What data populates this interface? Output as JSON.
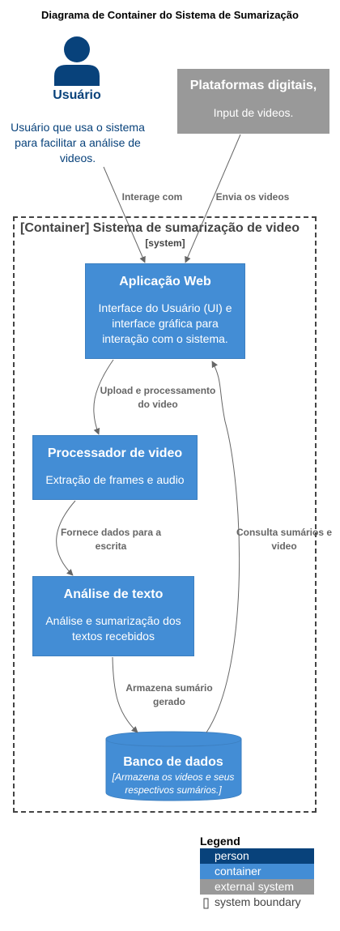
{
  "title": "Diagrama de Container do Sistema de Sumarização",
  "person": {
    "label": "Usuário",
    "description": "Usuário que usa o sistema para facilitar a análise de videos.",
    "icon": "person-icon",
    "color": "#08427b"
  },
  "external_system": {
    "title": "Plataformas digitais,",
    "description": "Input de videos.",
    "color": "#999999"
  },
  "boundary": {
    "title": "[Container] Sistema de sumarização de video",
    "type": "[system]"
  },
  "containers": {
    "web_app": {
      "title": "Aplicação Web",
      "description": "Interface do Usuário (UI) e interface gráfica para interação com o sistema."
    },
    "video_processor": {
      "title": "Processador de video",
      "description": "Extração de frames e audio"
    },
    "text_analysis": {
      "title": "Análise de texto",
      "description": "Análise e sumarização dos textos recebidos"
    },
    "database": {
      "title": "Banco de dados",
      "description": "[Armazena os videos e seus respectivos sumários.]"
    },
    "color": "#438dd5"
  },
  "relations": {
    "interacts": "Interage com",
    "sends_videos": "Envia os videos",
    "upload": "Upload e processamento do video",
    "provides_data": "Fornece dados para a escrita",
    "stores_summary": "Armazena sumário gerado",
    "queries": "Consulta sumários e video"
  },
  "legend": {
    "title": "Legend",
    "items": [
      {
        "label": "person",
        "color": "#08427b"
      },
      {
        "label": "container",
        "color": "#438dd5"
      },
      {
        "label": "external system",
        "color": "#999999"
      },
      {
        "label": "system boundary",
        "color": "#ffffff"
      }
    ]
  }
}
